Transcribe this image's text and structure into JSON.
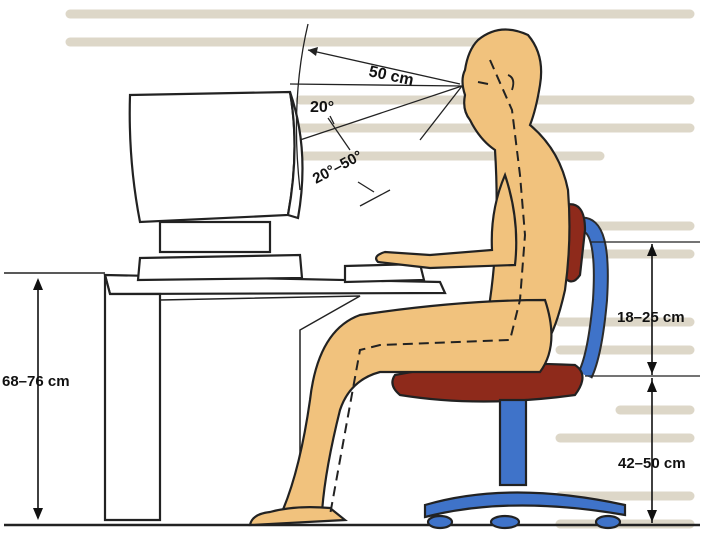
{
  "labels": {
    "eye_distance": "50 cm",
    "screen_tilt": "20°",
    "view_angle": "20°–50°",
    "desk_height": "68–76 cm",
    "thigh_clearance": "18–25 cm",
    "seat_height": "42–50 cm"
  },
  "colors": {
    "skin": "#f1c27d",
    "seat": "#8e2a1b",
    "chair_frame": "#3f73c9",
    "background_text": "#d9d4c6",
    "outline": "#222222"
  }
}
